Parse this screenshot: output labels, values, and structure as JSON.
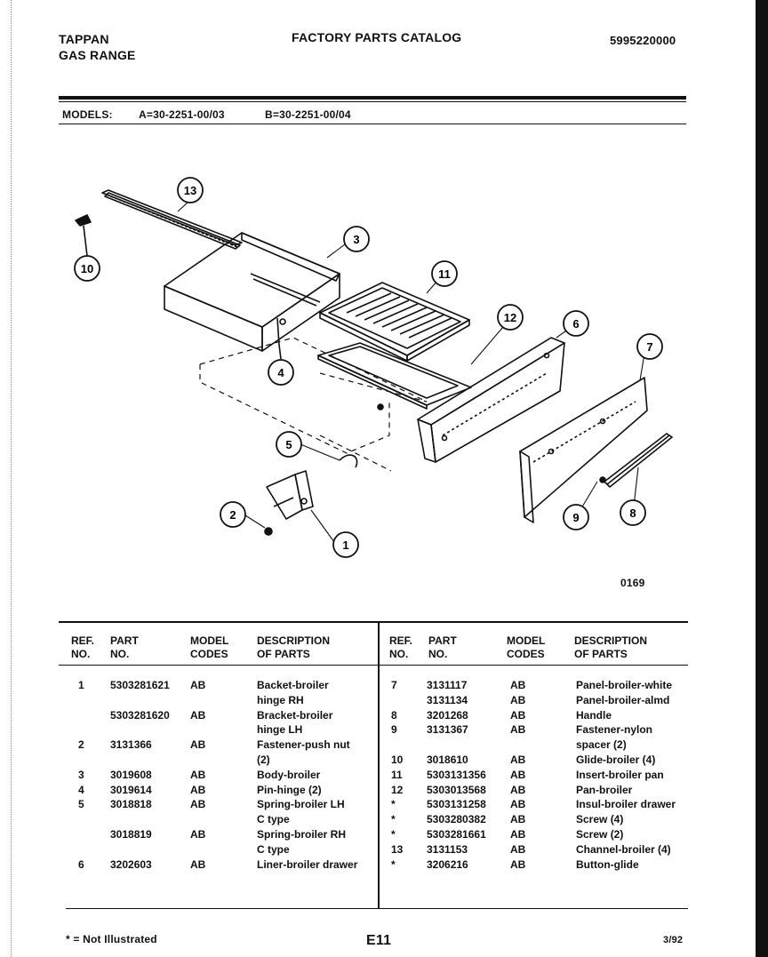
{
  "header": {
    "brand": "TAPPAN",
    "product": "GAS RANGE",
    "catalog_title": "FACTORY PARTS CATALOG",
    "catalog_number": "5995220000"
  },
  "models": {
    "label": "MODELS:",
    "model_a": "A=30-2251-00/03",
    "model_b": "B=30-2251-00/04"
  },
  "diagram": {
    "callouts": [
      "13",
      "10",
      "3",
      "11",
      "12",
      "6",
      "7",
      "4",
      "5",
      "2",
      "1",
      "9",
      "8"
    ],
    "figure_number": "0169"
  },
  "table": {
    "headers": {
      "ref": "REF.\nNO.",
      "part": "PART\nNO.",
      "model": "MODEL\nCODES",
      "description": "DESCRIPTION\nOF PARTS"
    },
    "left_rows": [
      {
        "ref": "1",
        "part": "5303281621",
        "codes": "AB",
        "desc": "Backet-broiler"
      },
      {
        "ref": "",
        "part": "",
        "codes": "",
        "desc": "hinge RH"
      },
      {
        "ref": "",
        "part": "5303281620",
        "codes": "AB",
        "desc": "Bracket-broiler"
      },
      {
        "ref": "",
        "part": "",
        "codes": "",
        "desc": "hinge LH"
      },
      {
        "ref": "2",
        "part": "3131366",
        "codes": "AB",
        "desc": "Fastener-push nut"
      },
      {
        "ref": "",
        "part": "",
        "codes": "",
        "desc": "(2)"
      },
      {
        "ref": "3",
        "part": "3019608",
        "codes": "AB",
        "desc": "Body-broiler"
      },
      {
        "ref": "4",
        "part": "3019614",
        "codes": "AB",
        "desc": "Pin-hinge (2)"
      },
      {
        "ref": "5",
        "part": "3018818",
        "codes": "AB",
        "desc": "Spring-broiler LH"
      },
      {
        "ref": "",
        "part": "",
        "codes": "",
        "desc": "C type"
      },
      {
        "ref": "",
        "part": "3018819",
        "codes": "AB",
        "desc": "Spring-broiler RH"
      },
      {
        "ref": "",
        "part": "",
        "codes": "",
        "desc": "C type"
      },
      {
        "ref": "6",
        "part": "3202603",
        "codes": "AB",
        "desc": "Liner-broiler drawer"
      }
    ],
    "right_rows": [
      {
        "ref": "7",
        "part": "3131117",
        "codes": "AB",
        "desc": "Panel-broiler-white"
      },
      {
        "ref": "",
        "part": "3131134",
        "codes": "AB",
        "desc": "Panel-broiler-almd"
      },
      {
        "ref": "8",
        "part": "3201268",
        "codes": "AB",
        "desc": "Handle"
      },
      {
        "ref": "9",
        "part": "3131367",
        "codes": "AB",
        "desc": "Fastener-nylon"
      },
      {
        "ref": "",
        "part": "",
        "codes": "",
        "desc": "spacer (2)"
      },
      {
        "ref": "10",
        "part": "3018610",
        "codes": "AB",
        "desc": "Glide-broiler (4)"
      },
      {
        "ref": "11",
        "part": "5303131356",
        "codes": "AB",
        "desc": "Insert-broiler pan"
      },
      {
        "ref": "12",
        "part": "5303013568",
        "codes": "AB",
        "desc": "Pan-broiler"
      },
      {
        "ref": "*",
        "part": "5303131258",
        "codes": "AB",
        "desc": "Insul-broiler drawer"
      },
      {
        "ref": "*",
        "part": "5303280382",
        "codes": "AB",
        "desc": "Screw (4)"
      },
      {
        "ref": "*",
        "part": "5303281661",
        "codes": "AB",
        "desc": "Screw (2)"
      },
      {
        "ref": "13",
        "part": "3131153",
        "codes": "AB",
        "desc": "Channel-broiler (4)"
      },
      {
        "ref": "*",
        "part": "3206216",
        "codes": "AB",
        "desc": "Button-glide"
      }
    ]
  },
  "footer": {
    "note": "* = Not Illustrated",
    "page_code": "E11",
    "date_code": "3/92"
  }
}
